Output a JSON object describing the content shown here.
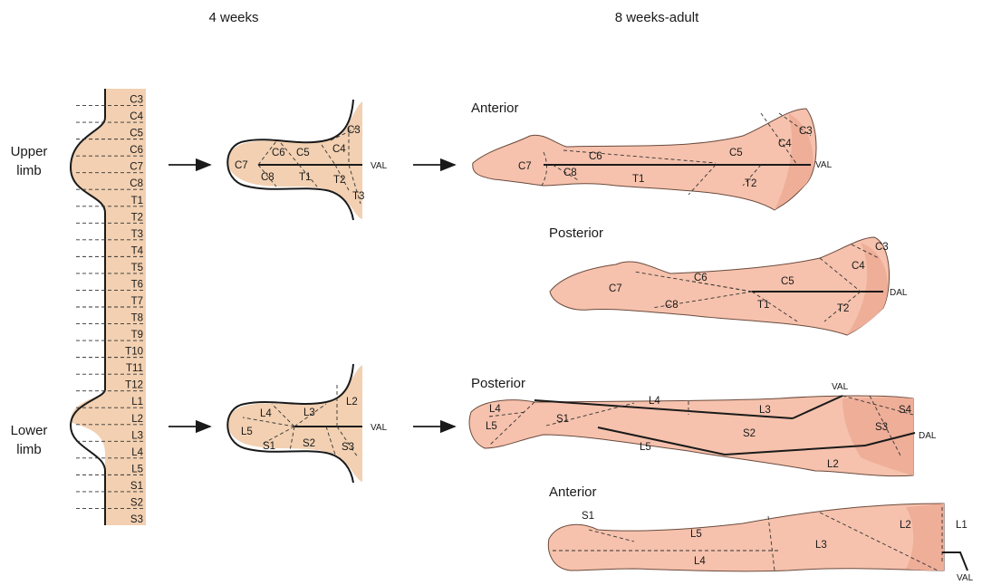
{
  "headers": {
    "left": "4 weeks",
    "right": "8 weeks-adult"
  },
  "side_labels": {
    "upper_1": "Upper",
    "upper_2": "limb",
    "lower_1": "Lower",
    "lower_2": "limb"
  },
  "column_segments": [
    "C3",
    "C4",
    "C5",
    "C6",
    "C7",
    "C8",
    "T1",
    "T2",
    "T3",
    "T4",
    "T5",
    "T6",
    "T7",
    "T8",
    "T9",
    "T10",
    "T11",
    "T12",
    "L1",
    "L2",
    "L3",
    "L4",
    "L5",
    "S1",
    "S2",
    "S3"
  ],
  "upper_bud": {
    "segments": [
      "C3",
      "C4",
      "C5",
      "C6",
      "C7",
      "C8",
      "T1",
      "T2",
      "T3"
    ],
    "axis": "VAL"
  },
  "lower_bud": {
    "segments": [
      "L2",
      "L3",
      "L4",
      "L5",
      "S1",
      "S2",
      "S3"
    ],
    "axis": "VAL"
  },
  "arm_anterior": {
    "title": "Anterior",
    "segments": [
      "C3",
      "C4",
      "C5",
      "C6",
      "C7",
      "C8",
      "T1",
      "T2"
    ],
    "axis": "VAL"
  },
  "arm_posterior": {
    "title": "Posterior",
    "segments": [
      "C3",
      "C4",
      "C5",
      "C6",
      "C7",
      "C8",
      "T1",
      "T2"
    ],
    "axis": "DAL"
  },
  "leg_posterior": {
    "title": "Posterior",
    "segments": [
      "L4",
      "L5",
      "S1",
      "L4",
      "L3",
      "S4",
      "S3",
      "S2",
      "L5",
      "L2"
    ],
    "axis_top": "VAL",
    "axis_bottom": "DAL"
  },
  "leg_anterior": {
    "title": "Anterior",
    "segments": [
      "S1",
      "L5",
      "L4",
      "L3",
      "L2",
      "L1"
    ],
    "axis": "VAL"
  }
}
